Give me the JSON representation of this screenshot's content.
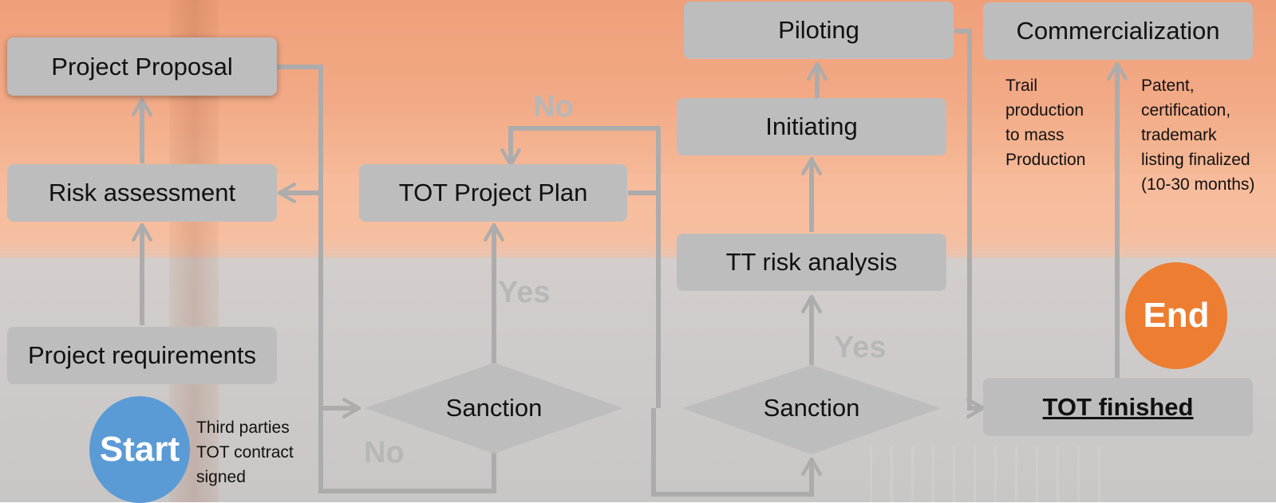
{
  "colors": {
    "box_fill": "#bdbdbd",
    "connector": "#acacac",
    "start_circle": "#5b9bd5",
    "end_circle": "#ed7d31",
    "yes_no_label": "#b7b7b7"
  },
  "boxes": {
    "project_proposal": "Project Proposal",
    "risk_assessment": "Risk assessment",
    "project_requirements": "Project requirements",
    "tot_project_plan": "TOT Project Plan",
    "piloting": "Piloting",
    "initiating": "Initiating",
    "tt_risk_analysis": "TT risk analysis",
    "commercialization": "Commercialization",
    "tot_finished": "TOT finished"
  },
  "decisions": {
    "sanction_1": "Sanction",
    "sanction_2": "Sanction"
  },
  "terminals": {
    "start": "Start",
    "end": "End"
  },
  "branch_labels": {
    "no_top": "No",
    "yes_1": "Yes",
    "no_bottom": "No",
    "yes_2": "Yes"
  },
  "notes": {
    "start_note": [
      "Third parties",
      "TOT contract",
      "signed"
    ],
    "trail_note": [
      "Trail",
      "production",
      "to mass",
      "Production"
    ],
    "patent_note": [
      "Patent,",
      "certification,",
      "trademark",
      "listing finalized",
      "(10-30 months)"
    ]
  }
}
